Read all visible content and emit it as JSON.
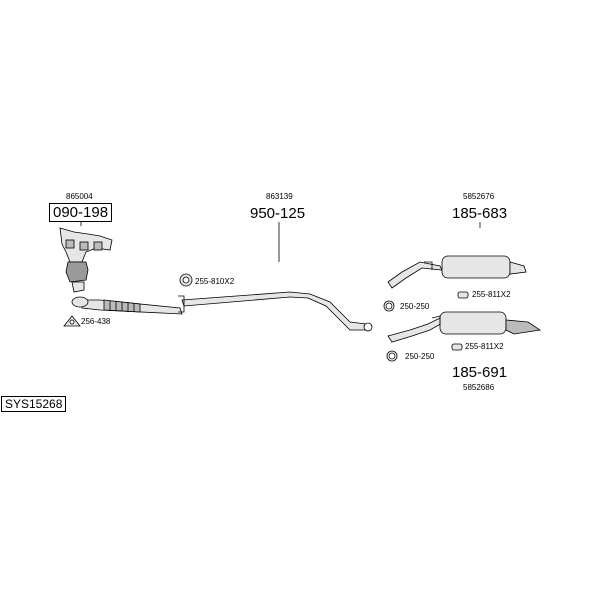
{
  "diagram_code": "SYS15268",
  "parts": {
    "manifold": {
      "oem": "865004",
      "number": "090-198"
    },
    "gasket_front": {
      "number": "256-438"
    },
    "clamp_mid": {
      "number": "255-810X2"
    },
    "middle_pipe": {
      "oem": "863139",
      "number": "950-125"
    },
    "rear_upper": {
      "oem": "5852676",
      "number": "185-683",
      "clamp": "250-250",
      "mount": "255-811X2"
    },
    "rear_lower": {
      "oem": "5852686",
      "number": "185-691",
      "clamp": "250-250",
      "mount": "255-811X2"
    }
  },
  "colors": {
    "line": "#000000",
    "fill": "#e6e6e6",
    "shade": "#9a9a9a"
  }
}
